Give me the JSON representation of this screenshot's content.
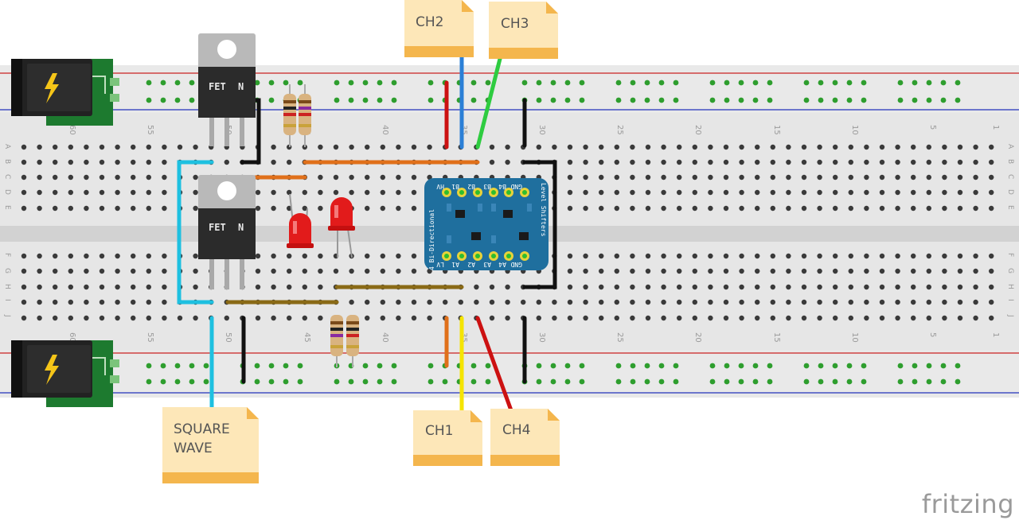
{
  "colors": {
    "board": "#e6e6e6",
    "rail_red": "#cc2222",
    "rail_blue": "#2233bb",
    "hole": "#3a3a3a",
    "hole_active": "#2ebd2e",
    "shifter": "#1f6f9e",
    "note": "#fde7b8",
    "note_fold": "#f4b64d",
    "wire_red": "#cc1111",
    "wire_blue": "#2b7fd6",
    "wire_green": "#2ecc40",
    "wire_yellow": "#f5e400",
    "wire_orange": "#e0701a",
    "wire_brown": "#8a6a16",
    "wire_cyan": "#1ec0e0",
    "wire_black": "#111111"
  },
  "board": {
    "column_numbers_top": [
      "60",
      "55",
      "50",
      "45",
      "40",
      "35",
      "30",
      "25",
      "20",
      "15",
      "10",
      "5",
      "1"
    ],
    "column_numbers_bottom": [
      "60",
      "55",
      "50",
      "45",
      "40",
      "35",
      "30",
      "25",
      "20",
      "15",
      "10",
      "5",
      "1"
    ],
    "row_letters_left": [
      "A",
      "B",
      "C",
      "D",
      "E",
      "F",
      "G",
      "H",
      "I",
      "J"
    ],
    "row_letters_right": [
      "A",
      "B",
      "C",
      "D",
      "E",
      "F",
      "G",
      "H",
      "I",
      "J"
    ]
  },
  "transistors": [
    {
      "label": "FET",
      "type": "N"
    },
    {
      "label": "FET",
      "type": "N"
    }
  ],
  "level_shifter": {
    "pins_top": [
      "HV",
      "B1",
      "B2",
      "B3",
      "B4",
      "GND"
    ],
    "pins_bottom": [
      "LV",
      "A1",
      "A2",
      "A3",
      "A4",
      "GND"
    ],
    "title_left": "4 Bi-Directional",
    "title_right": "Level Shifters"
  },
  "power_jack_icon": "lightning-bolt-icon",
  "notes": [
    {
      "id": "ch2",
      "lines": [
        "CH2"
      ]
    },
    {
      "id": "ch3",
      "lines": [
        "CH3"
      ]
    },
    {
      "id": "ch1",
      "lines": [
        "CH1"
      ]
    },
    {
      "id": "ch4",
      "lines": [
        "CH4"
      ]
    },
    {
      "id": "square",
      "lines": [
        "SQUARE",
        "WAVE"
      ]
    }
  ],
  "brand": "fritzing"
}
